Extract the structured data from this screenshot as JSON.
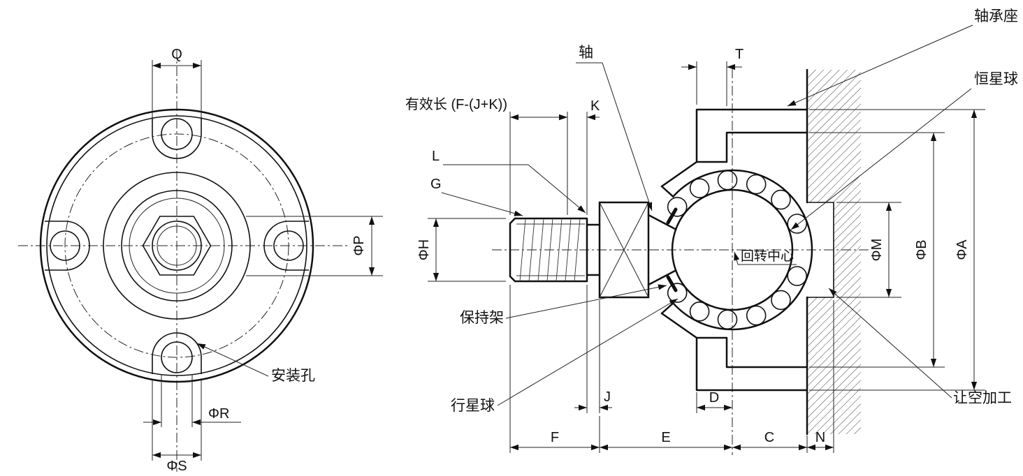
{
  "left_view": {
    "dimensions": {
      "q": "Q",
      "phi_p": "ΦP",
      "phi_r": "ΦR",
      "phi_s": "ΦS"
    },
    "labels": {
      "mounting_hole": "安装孔"
    }
  },
  "right_view": {
    "dimensions": {
      "effective_length": "有效长 (F-(J+K))",
      "k": "K",
      "l": "L",
      "g": "G",
      "phi_h": "ΦH",
      "t": "T",
      "phi_m": "ΦM",
      "phi_b": "ΦB",
      "phi_a": "ΦA",
      "j": "J",
      "d": "D",
      "f": "F",
      "e": "E",
      "c": "C",
      "n": "N"
    },
    "labels": {
      "shaft": "轴",
      "bearing_housing": "轴承座",
      "star_ball": "恒星球",
      "rotation_center": "回转中心",
      "cage": "保持架",
      "planet_ball": "行星球",
      "clearance_machining": "让空加工"
    }
  }
}
